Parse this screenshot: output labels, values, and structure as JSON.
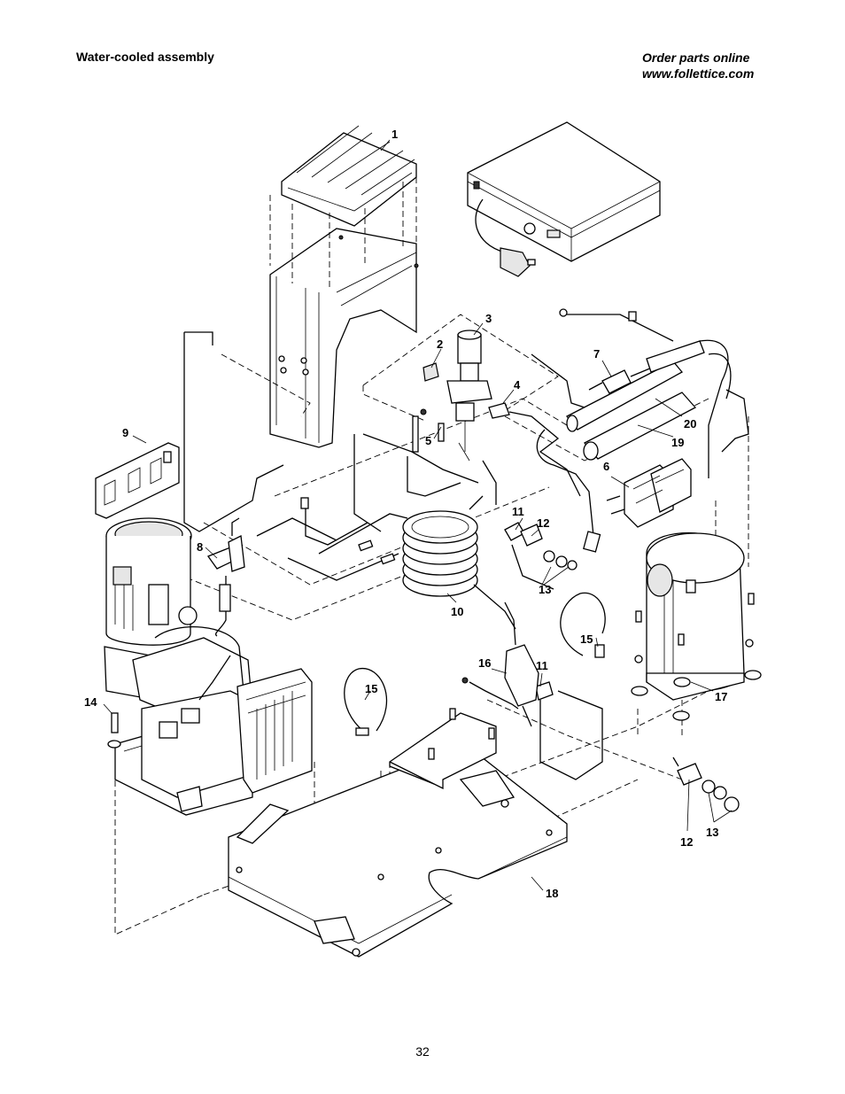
{
  "header": {
    "title": "Water-cooled assembly",
    "order_line1": "Order parts online",
    "order_line2": "www.follettice.com"
  },
  "footer": {
    "page_number": "32"
  },
  "callouts": {
    "c1": "1",
    "c2": "2",
    "c3": "3",
    "c4": "4",
    "c5": "5",
    "c6": "6",
    "c7": "7",
    "c8": "8",
    "c9": "9",
    "c10": "10",
    "c11a": "11",
    "c11b": "11",
    "c12a": "12",
    "c12b": "12",
    "c13a": "13",
    "c13b": "13",
    "c14": "14",
    "c15a": "15",
    "c15b": "15",
    "c16": "16",
    "c17": "17",
    "c18": "18",
    "c19": "19",
    "c20": "20"
  }
}
